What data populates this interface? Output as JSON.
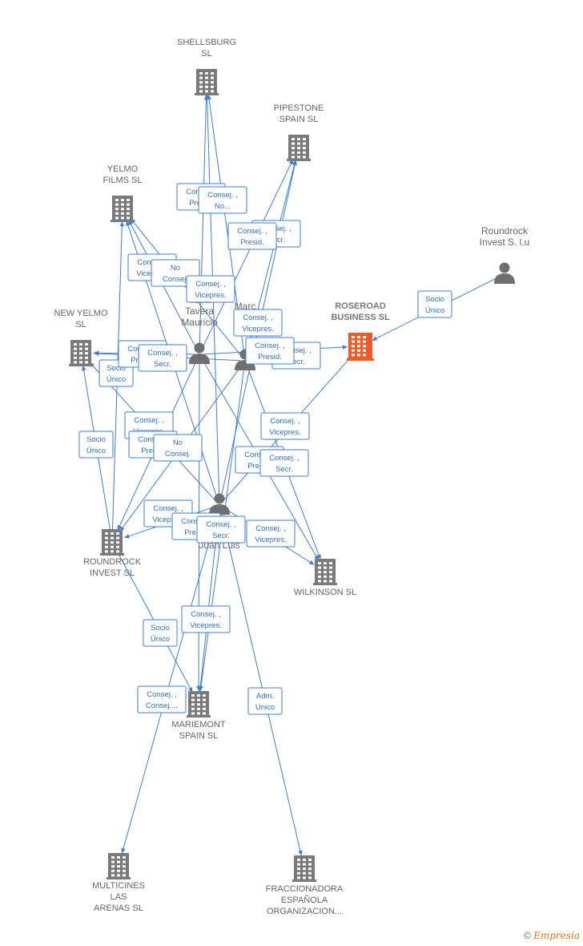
{
  "colors": {
    "edge": "#3b7dd8",
    "company": "#7a7a7a",
    "highlight": "#f05a28",
    "person": "#6f6f6f"
  },
  "companies": [
    {
      "id": "shellsburg",
      "lines": [
        "SHELLSBURG",
        "SL"
      ]
    },
    {
      "id": "pipestone",
      "lines": [
        "PIPESTONE",
        "SPAIN  SL"
      ]
    },
    {
      "id": "yelmo",
      "lines": [
        "YELMO",
        "FILMS SL"
      ]
    },
    {
      "id": "newyelmo",
      "lines": [
        "NEW YELMO",
        "SL"
      ]
    },
    {
      "id": "roseroad",
      "lines": [
        "ROSEROAD",
        "BUSINESS  SL"
      ],
      "highlight": true
    },
    {
      "id": "roundrocksl",
      "lines": [
        "ROUNDROCK",
        "INVEST SL"
      ]
    },
    {
      "id": "wilkinson",
      "lines": [
        "WILKINSON  SL"
      ]
    },
    {
      "id": "mariemont",
      "lines": [
        "MARIEMONT",
        "SPAIN SL"
      ]
    },
    {
      "id": "multicines",
      "lines": [
        "MULTICINES",
        "LAS",
        "ARENAS SL"
      ]
    },
    {
      "id": "fraccionadora",
      "lines": [
        "FRACCIONADORA",
        "ESPAÑOLA",
        "ORGANIZACION..."
      ]
    }
  ],
  "persons": [
    {
      "id": "roundrockslu",
      "lines": [
        "Roundrock",
        "Invest S. l.u"
      ]
    },
    {
      "id": "vaca",
      "lines": [
        "Vaca",
        "Tavera",
        "Mauricio"
      ]
    },
    {
      "id": "mm",
      "lines": [
        "Marc",
        "Mi",
        "sarda"
      ]
    },
    {
      "id": "juanluis",
      "lines": [
        "Juan Luis"
      ]
    }
  ],
  "edges": [
    {
      "from": "juanluis",
      "to": "shellsburg"
    },
    {
      "from": "vaca",
      "to": "shellsburg"
    },
    {
      "from": "mm",
      "to": "shellsburg"
    },
    {
      "from": "juanluis",
      "to": "pipestone"
    },
    {
      "from": "mm",
      "to": "pipestone"
    },
    {
      "from": "vaca",
      "to": "pipestone"
    },
    {
      "from": "juanluis",
      "to": "yelmo"
    },
    {
      "from": "vaca",
      "to": "yelmo"
    },
    {
      "from": "mm",
      "to": "yelmo"
    },
    {
      "from": "roundrocksl",
      "to": "yelmo"
    },
    {
      "from": "vaca",
      "to": "newyelmo"
    },
    {
      "from": "mm",
      "to": "newyelmo"
    },
    {
      "from": "juanluis",
      "to": "newyelmo"
    },
    {
      "from": "roundrocksl",
      "to": "newyelmo"
    },
    {
      "from": "roundrockslu",
      "to": "roseroad"
    },
    {
      "from": "vaca",
      "to": "roseroad"
    },
    {
      "from": "juanluis",
      "to": "roseroad"
    },
    {
      "from": "vaca",
      "to": "roundrocksl"
    },
    {
      "from": "mm",
      "to": "roundrocksl"
    },
    {
      "from": "juanluis",
      "to": "roundrocksl"
    },
    {
      "from": "vaca",
      "to": "wilkinson"
    },
    {
      "from": "mm",
      "to": "wilkinson"
    },
    {
      "from": "juanluis",
      "to": "wilkinson"
    },
    {
      "from": "vaca",
      "to": "mariemont"
    },
    {
      "from": "mm",
      "to": "mariemont"
    },
    {
      "from": "juanluis",
      "to": "mariemont"
    },
    {
      "from": "roundrocksl",
      "to": "mariemont"
    },
    {
      "from": "juanluis",
      "to": "multicines"
    },
    {
      "from": "juanluis",
      "to": "fraccionadora"
    }
  ],
  "edge_labels": [
    {
      "lines": [
        "Consej. ,",
        "Presid."
      ]
    },
    {
      "lines": [
        "Consej. ,",
        "No..."
      ]
    },
    {
      "lines": [
        "Consej. ,",
        "Secr."
      ]
    },
    {
      "lines": [
        "Consej. ,",
        "Presid."
      ]
    },
    {
      "lines": [
        "Consej. ,",
        "Vicepres."
      ]
    },
    {
      "lines": [
        "No",
        "Consej."
      ]
    },
    {
      "lines": [
        "Consej. ,",
        "Vicepres."
      ]
    },
    {
      "lines": [
        "Socio",
        "Único"
      ]
    },
    {
      "lines": [
        "Consej. ,",
        "Vicepres."
      ]
    },
    {
      "lines": [
        "Consej. ,",
        "Secr."
      ]
    },
    {
      "lines": [
        "Consej. ,",
        "Presid."
      ]
    },
    {
      "lines": [
        "Consej. ,",
        "Presid."
      ]
    },
    {
      "lines": [
        "Consej. ,",
        "Secr."
      ]
    },
    {
      "lines": [
        "Socio",
        "Único"
      ]
    },
    {
      "lines": [
        "Socio",
        "Único"
      ]
    },
    {
      "lines": [
        "Consej. ,",
        "Vicepres."
      ]
    },
    {
      "lines": [
        "Consej. ,",
        "Presid."
      ]
    },
    {
      "lines": [
        "No",
        "Consej."
      ]
    },
    {
      "lines": [
        "Consej. ,",
        "Vicepres."
      ]
    },
    {
      "lines": [
        "Consej. ,",
        "Presid."
      ]
    },
    {
      "lines": [
        "Consej. ,",
        "Secr."
      ]
    },
    {
      "lines": [
        "Consej. ,",
        "Vicepres."
      ]
    },
    {
      "lines": [
        "Consej. ,",
        "Presid."
      ]
    },
    {
      "lines": [
        "Consej. ,",
        "Secr."
      ]
    },
    {
      "lines": [
        "Consej. ,",
        "Vicepres."
      ]
    },
    {
      "lines": [
        "Consej. ,",
        "Vicepres."
      ]
    },
    {
      "lines": [
        "Socio",
        "Único"
      ]
    },
    {
      "lines": [
        "Consej. ,",
        "Consej...."
      ]
    },
    {
      "lines": [
        "Adm.",
        "Unico"
      ]
    }
  ],
  "footer": {
    "copyright": "©",
    "brand": "Empresia"
  }
}
